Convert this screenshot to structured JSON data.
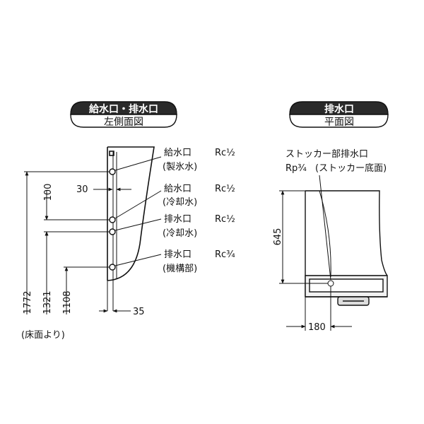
{
  "left_view": {
    "header_title": "給水口・排水口",
    "header_subtitle": "左側面図",
    "ports": [
      {
        "name": "給水口",
        "size": "Rc½",
        "note": "(製氷水)"
      },
      {
        "name": "給水口",
        "size": "Rc½",
        "note": "(冷却水)"
      },
      {
        "name": "排水口",
        "size": "Rc½",
        "note": "(冷却水)"
      },
      {
        "name": "排水口",
        "size": "Rc¾",
        "note": "(機構部)"
      }
    ],
    "dims": {
      "d100": "100",
      "d30": "30",
      "d35": "35",
      "d1772": "1772",
      "d1321": "1321",
      "d1108": "1108",
      "floor_note": "(床面より)"
    }
  },
  "right_view": {
    "header_title": "排水口",
    "header_subtitle": "平面図",
    "port_label": "ストッカー部排水口",
    "port_size": "Rp¾",
    "port_note": "(ストッカー底面)",
    "dims": {
      "d645": "645",
      "d180": "180"
    }
  },
  "colors": {
    "header_dark": "#2a2a2a",
    "header_light": "#ffffff",
    "line": "#111111"
  }
}
